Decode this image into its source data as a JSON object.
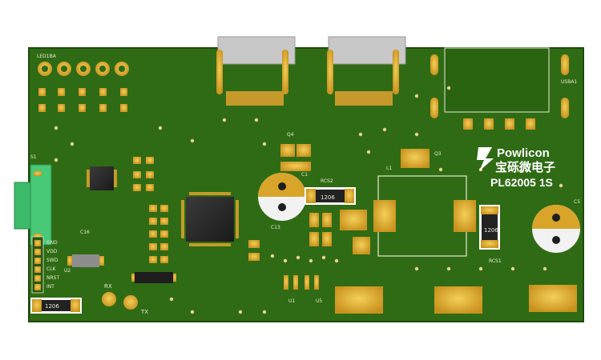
{
  "board": {
    "brand_name": "Powlicon",
    "brand_name_cn": "宝砾微电子",
    "model": "PL62005 1S",
    "pin_labels": [
      "GND",
      "VDD",
      "SWD",
      "CLK",
      "NRST",
      "INT"
    ],
    "rx_label": "RX",
    "tx_label": "TX",
    "usb_label": "USBA1",
    "led_label": "LED1BA",
    "res_1206_a": "1206",
    "res_1206_b": "1206",
    "res_1206_c": "1206",
    "rcs_label": "RCS2",
    "rcs1_label": "RCS1",
    "q4_label": "Q4",
    "q3_label": "Q3",
    "c1_label": "C1",
    "c5_label": "C5",
    "c13_label": "C13",
    "c16_label": "C16",
    "u1_label": "U1",
    "u5_label": "U5",
    "u2_label": "U2",
    "l1_label": "L1",
    "s1_label": "S1",
    "colors": {
      "pcb_green": "#2f6b14",
      "pcb_dark": "#245a0f",
      "gold": "#d8a52a",
      "gold_light": "#f0c64a",
      "connector_green": "#3dbb6a",
      "chip_black": "#2a2a2a"
    }
  }
}
